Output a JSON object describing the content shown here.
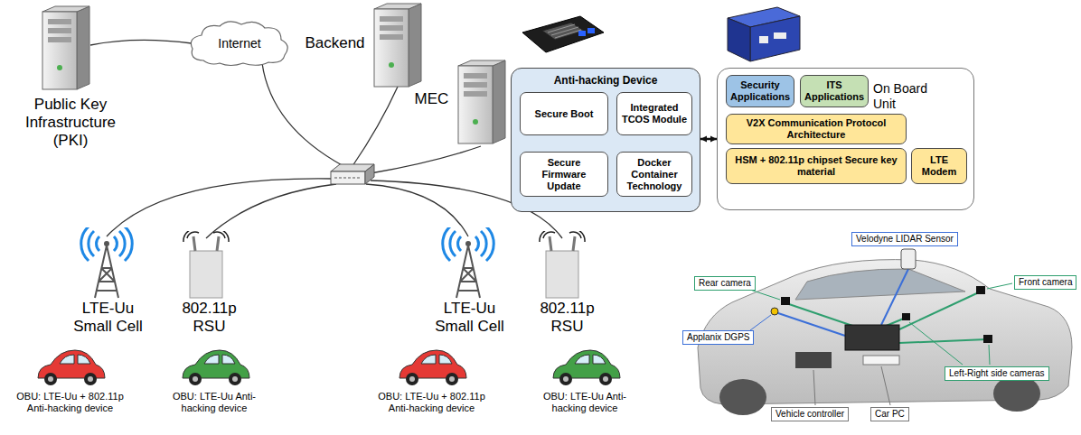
{
  "diagram": {
    "nodes": [
      {
        "text": [
          "Internet"
        ]
      },
      {
        "text": [
          "Anti-hacking Device"
        ]
      },
      {
        "text": [
          "Secure Boot"
        ],
        "in": 1
      },
      {
        "text": [
          "Integrated TCOS Module"
        ],
        "in": 1
      },
      {
        "text": [
          "Secure Firmware Update"
        ],
        "in": 1
      },
      {
        "text": [
          "Docker Container Technology"
        ],
        "in": 1
      },
      {
        "text": [
          "On Board Unit"
        ]
      },
      {
        "text": [
          "Security Applications"
        ],
        "in": 6
      },
      {
        "text": [
          "ITS Applications"
        ],
        "in": 6
      },
      {
        "text": [
          "V2X Communication Protocol Architecture"
        ],
        "in": 6
      },
      {
        "text": [
          "HSM + 802.11p chipset Secure key material"
        ],
        "in": 6
      },
      {
        "text": [
          "LTE Modem"
        ],
        "in": 6
      },
      {
        "text": [
          "Velodyne LIDAR Sensor"
        ]
      },
      {
        "text": [
          "Rear camera"
        ]
      },
      {
        "text": [
          "Front camera"
        ]
      },
      {
        "text": [
          "Applanix DGPS"
        ]
      },
      {
        "text": [
          "Left-Right side cameras"
        ]
      },
      {
        "text": [
          "Vehicle controller"
        ]
      },
      {
        "text": [
          "Car PC"
        ]
      }
    ],
    "edges": [
      {
        "from": 1,
        "to": 6,
        "arrow": "both"
      }
    ],
    "labels": [
      "Public Key Infrastructure (PKI)",
      "Backend",
      "MEC",
      "LTE-Uu Small Cell",
      "802.11p RSU",
      "OBU: LTE-Uu + 802.11p Anti-hacking device",
      "OBU: LTE-Uu Anti-hacking device",
      "LTE-Uu Small Cell",
      "802.11p RSU",
      "OBU: LTE-Uu + 802.11p Anti-hacking device",
      "OBU: LTE-Uu Anti-hacking device"
    ]
  }
}
